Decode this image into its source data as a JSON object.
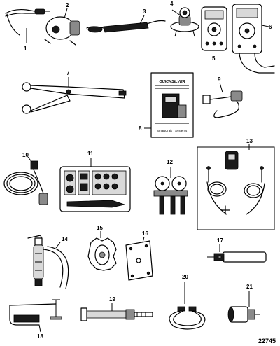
{
  "figure": {
    "id_code": "22745",
    "callouts": [
      "1",
      "2",
      "3",
      "4",
      "5",
      "6",
      "7",
      "8",
      "9",
      "10",
      "11",
      "12",
      "13",
      "14",
      "15",
      "16",
      "17",
      "18",
      "19",
      "20",
      "21"
    ],
    "box_text": {
      "brand": "QUICKSILVER",
      "footer_left": "SmartCraft",
      "footer_right": "Systems"
    }
  }
}
